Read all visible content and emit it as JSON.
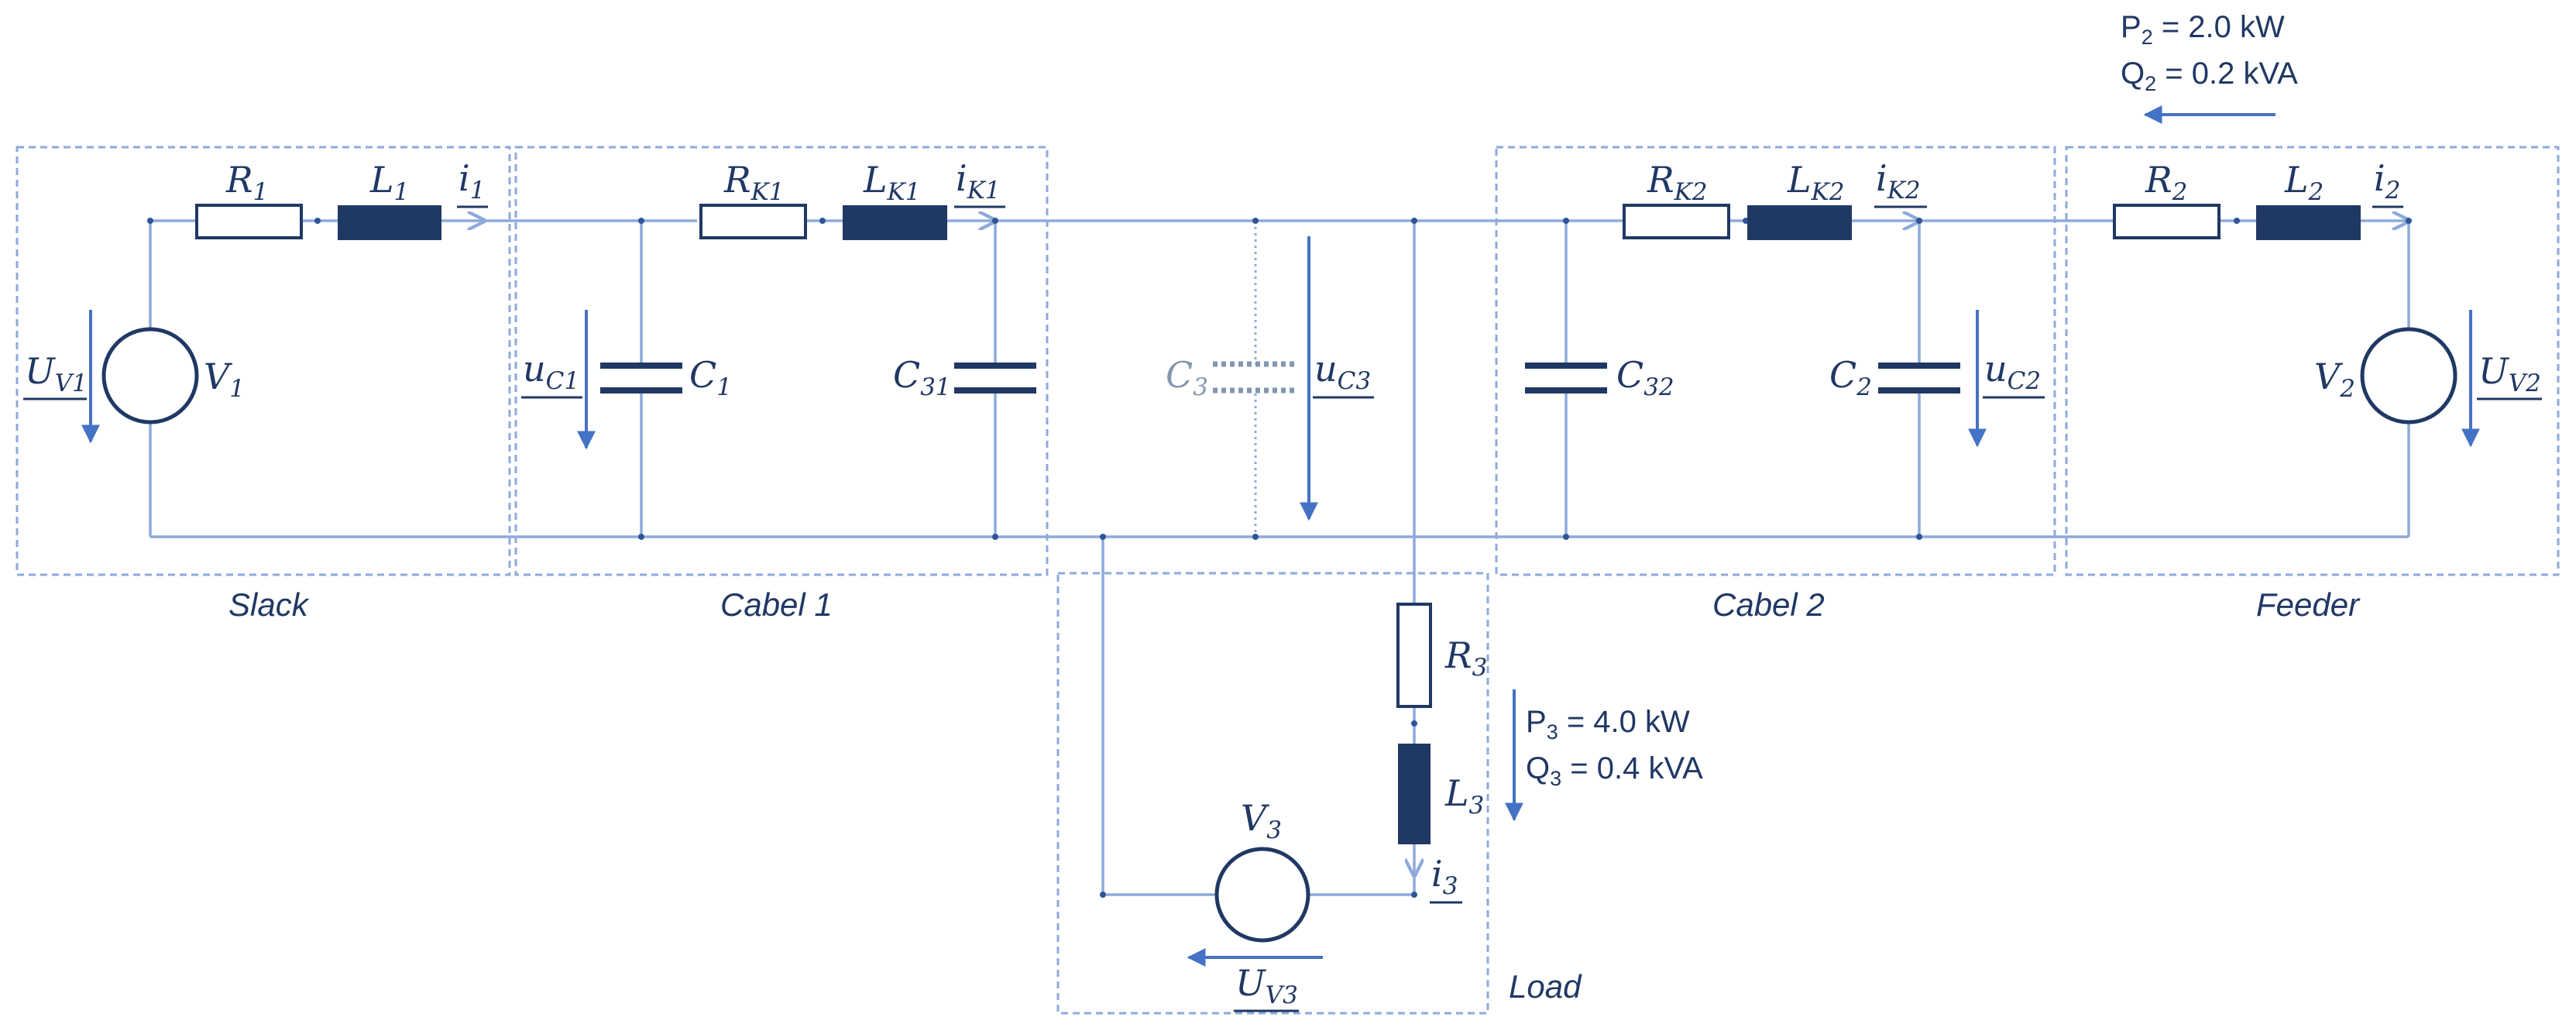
{
  "colors": {
    "wire": "#8eaadb",
    "dark": "#203864",
    "arrow": "#4472c4",
    "box": "#8eaadb",
    "faded": "#8497b0"
  },
  "boxes": {
    "slack": "Slack",
    "cabel1": "Cabel 1",
    "cabel2": "Cabel 2",
    "feeder": "Feeder",
    "load": "Load"
  },
  "components": {
    "R1": {
      "main": "R",
      "sub": "1"
    },
    "L1": {
      "main": "L",
      "sub": "1"
    },
    "i1": {
      "main": "i",
      "sub": "1"
    },
    "V1": {
      "main": "V",
      "sub": "1"
    },
    "UV1": {
      "main": "U",
      "sub": "V1"
    },
    "RK1": {
      "main": "R",
      "sub": "K1"
    },
    "LK1": {
      "main": "L",
      "sub": "K1"
    },
    "iK1": {
      "main": "i",
      "sub": "K1"
    },
    "uC1": {
      "main": "u",
      "sub": "C1"
    },
    "C1": {
      "main": "C",
      "sub": "1"
    },
    "C31": {
      "main": "C",
      "sub": "31"
    },
    "C3": {
      "main": "C",
      "sub": "3"
    },
    "uC3": {
      "main": "u",
      "sub": "C3"
    },
    "C32": {
      "main": "C",
      "sub": "32"
    },
    "RK2": {
      "main": "R",
      "sub": "K2"
    },
    "LK2": {
      "main": "L",
      "sub": "K2"
    },
    "iK2": {
      "main": "i",
      "sub": "K2"
    },
    "C2": {
      "main": "C",
      "sub": "2"
    },
    "uC2": {
      "main": "u",
      "sub": "C2"
    },
    "R2": {
      "main": "R",
      "sub": "2"
    },
    "L2": {
      "main": "L",
      "sub": "2"
    },
    "i2": {
      "main": "i",
      "sub": "2"
    },
    "V2": {
      "main": "V",
      "sub": "2"
    },
    "UV2": {
      "main": "U",
      "sub": "V2"
    },
    "R3": {
      "main": "R",
      "sub": "3"
    },
    "L3": {
      "main": "L",
      "sub": "3"
    },
    "i3": {
      "main": "i",
      "sub": "3"
    },
    "V3": {
      "main": "V",
      "sub": "3"
    },
    "UV3": {
      "main": "U",
      "sub": "V3"
    }
  },
  "power": {
    "feeder": {
      "p_main": "P",
      "p_sub": "2",
      "p_value": " = 2.0 kW",
      "q_main": "Q",
      "q_sub": "2",
      "q_value": " = 0.2 kVA"
    },
    "load": {
      "p_main": "P",
      "p_sub": "3",
      "p_value": " = 4.0 kW",
      "q_main": "Q",
      "q_sub": "3",
      "q_value": " = 0.4 kVA"
    }
  }
}
